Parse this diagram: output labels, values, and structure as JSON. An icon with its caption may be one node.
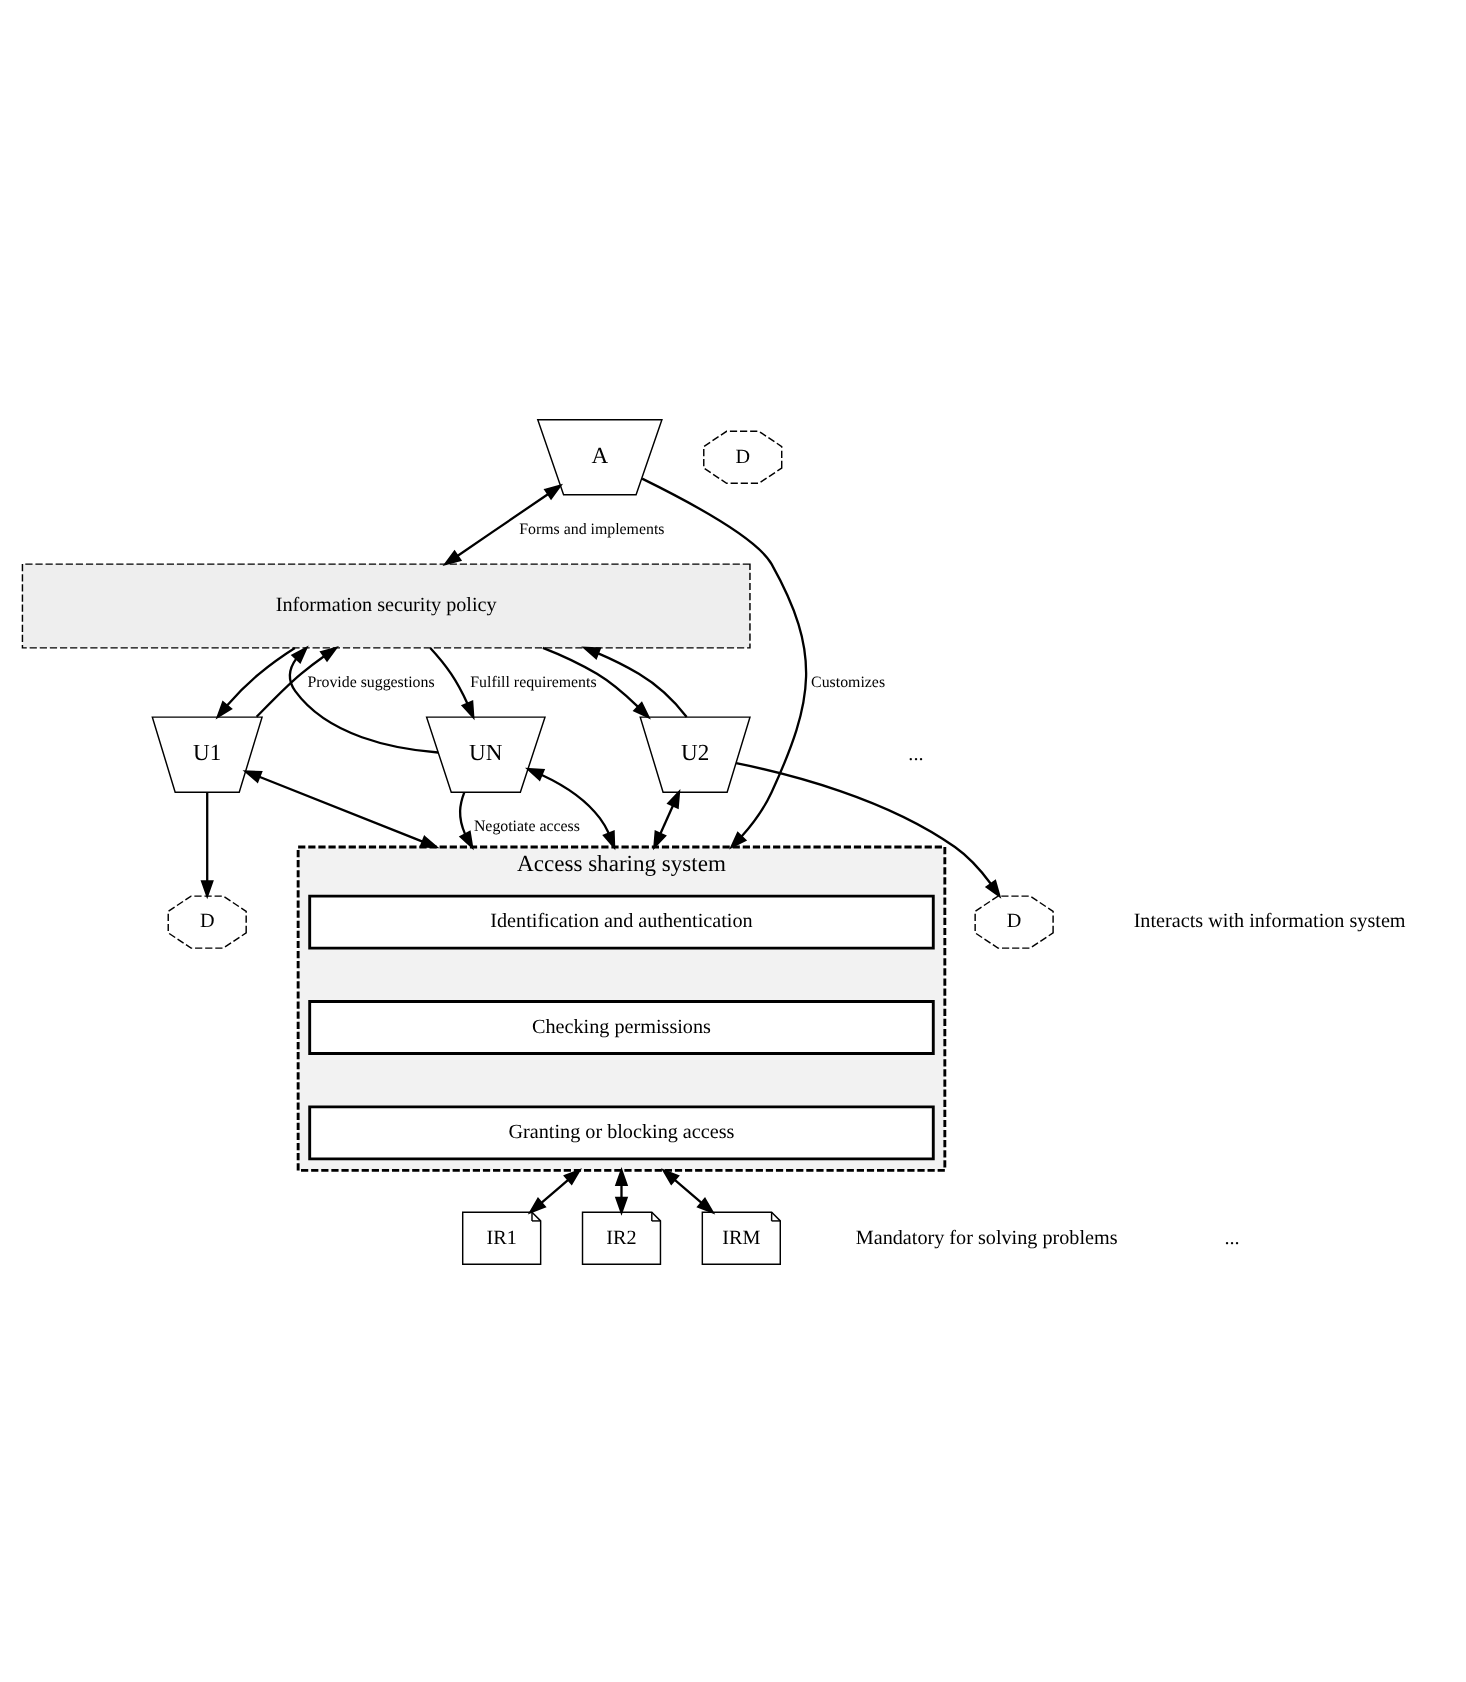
{
  "diagram": {
    "nodes": [
      {
        "text": [
          "A"
        ]
      },
      {
        "text": [
          "Information security policy"
        ]
      },
      {
        "text": [
          "U1"
        ]
      },
      {
        "text": [
          "U2"
        ]
      },
      {
        "text": [
          "UN"
        ]
      },
      {
        "text": [
          "D"
        ]
      },
      {
        "text": [
          "D"
        ]
      },
      {
        "text": [
          "Access sharing system"
        ]
      },
      {
        "text": [
          "Identification and authentication"
        ],
        "in": 7
      },
      {
        "text": [
          "Checking permissions"
        ],
        "in": 7
      },
      {
        "text": [
          "Granting or blocking access"
        ],
        "in": 7
      },
      {
        "text": [
          "D"
        ]
      },
      {
        "text": [
          "IR1"
        ]
      },
      {
        "text": [
          "IR2"
        ]
      },
      {
        "text": [
          "IRM"
        ]
      }
    ],
    "edges": [
      {
        "from": 0,
        "to": 1,
        "arrow": "both",
        "label": "Forms and implements"
      },
      {
        "from": 0,
        "to": 7,
        "arrow": "to",
        "label": "Customizes"
      },
      {
        "from": 2,
        "to": 1,
        "arrow": "to"
      },
      {
        "from": 1,
        "to": 2,
        "arrow": "to"
      },
      {
        "from": 3,
        "to": 1,
        "arrow": "to"
      },
      {
        "from": 1,
        "to": 3,
        "arrow": "to"
      },
      {
        "from": 4,
        "to": 1,
        "arrow": "to",
        "label": "Provide suggestions"
      },
      {
        "from": 1,
        "to": 4,
        "arrow": "to",
        "label": "Fulfill requirements"
      },
      {
        "from": 2,
        "to": 7,
        "arrow": "both"
      },
      {
        "from": 2,
        "to": 5,
        "arrow": "to"
      },
      {
        "from": 3,
        "to": 7,
        "arrow": "both"
      },
      {
        "from": 3,
        "to": 6,
        "arrow": "to"
      },
      {
        "from": 4,
        "to": 7,
        "arrow": "both"
      },
      {
        "from": 4,
        "to": 7,
        "arrow": "to",
        "label": "Negotiate access"
      },
      {
        "from": 7,
        "to": 12,
        "arrow": "both"
      },
      {
        "from": 7,
        "to": 13,
        "arrow": "both"
      },
      {
        "from": 7,
        "to": 14,
        "arrow": "both"
      }
    ],
    "labels": [
      "...",
      "Interacts with information system",
      "Mandatory for solving problems",
      "..."
    ]
  }
}
